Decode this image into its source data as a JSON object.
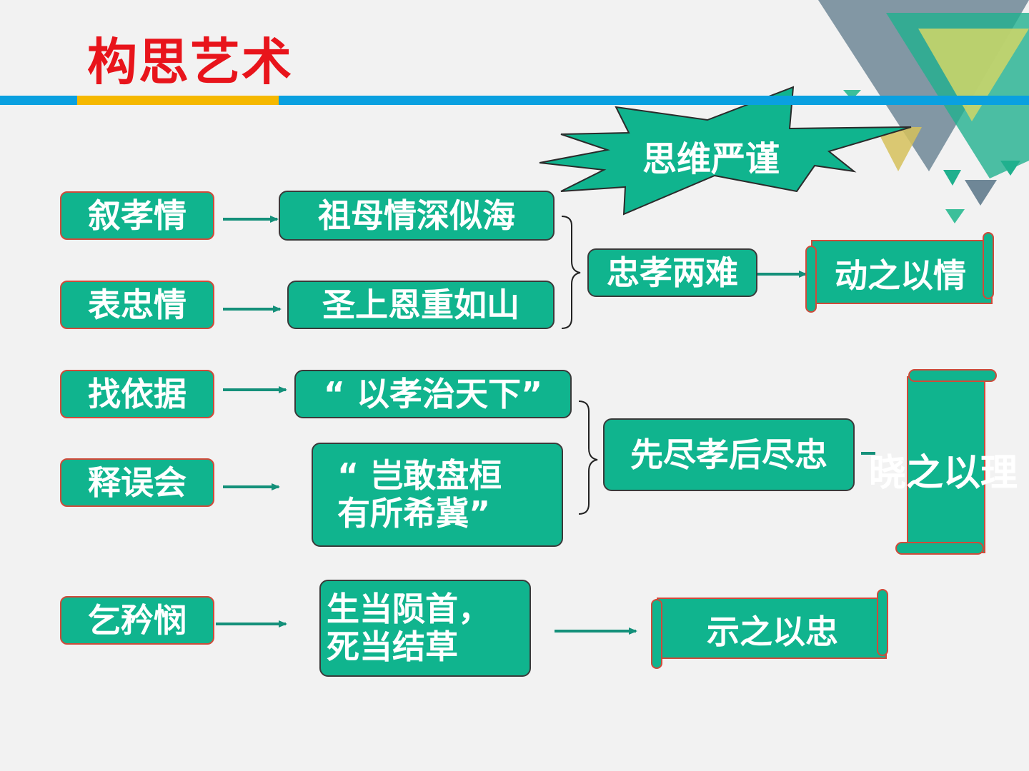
{
  "title": "构思艺术",
  "star": {
    "label": "思维严谨"
  },
  "rows": [
    {
      "left": "叙孝情",
      "middle": "祖母情深似海"
    },
    {
      "left": "表忠情",
      "middle": "圣上恩重如山"
    },
    {
      "left": "找依据",
      "middle": "“ 以孝治天下”"
    },
    {
      "left": "释误会",
      "middle_lines": [
        "“ 岂敢盘桓",
        "有所希冀”"
      ]
    },
    {
      "left": "乞矜悯",
      "middle_lines": [
        "生当陨首，",
        "死当结草"
      ]
    }
  ],
  "groups": {
    "dilemma": "忠孝两难",
    "priority": "先尽孝后尽忠"
  },
  "results": {
    "emotion": "动之以情",
    "reason": "晓之以理",
    "loyalty": "示之以忠"
  },
  "colors": {
    "box_fill": "#10b48e",
    "title": "#e8141b",
    "accent_blue": "#0aa0e0",
    "accent_yellow": "#f5b800",
    "box_border": "#d04a3a"
  }
}
